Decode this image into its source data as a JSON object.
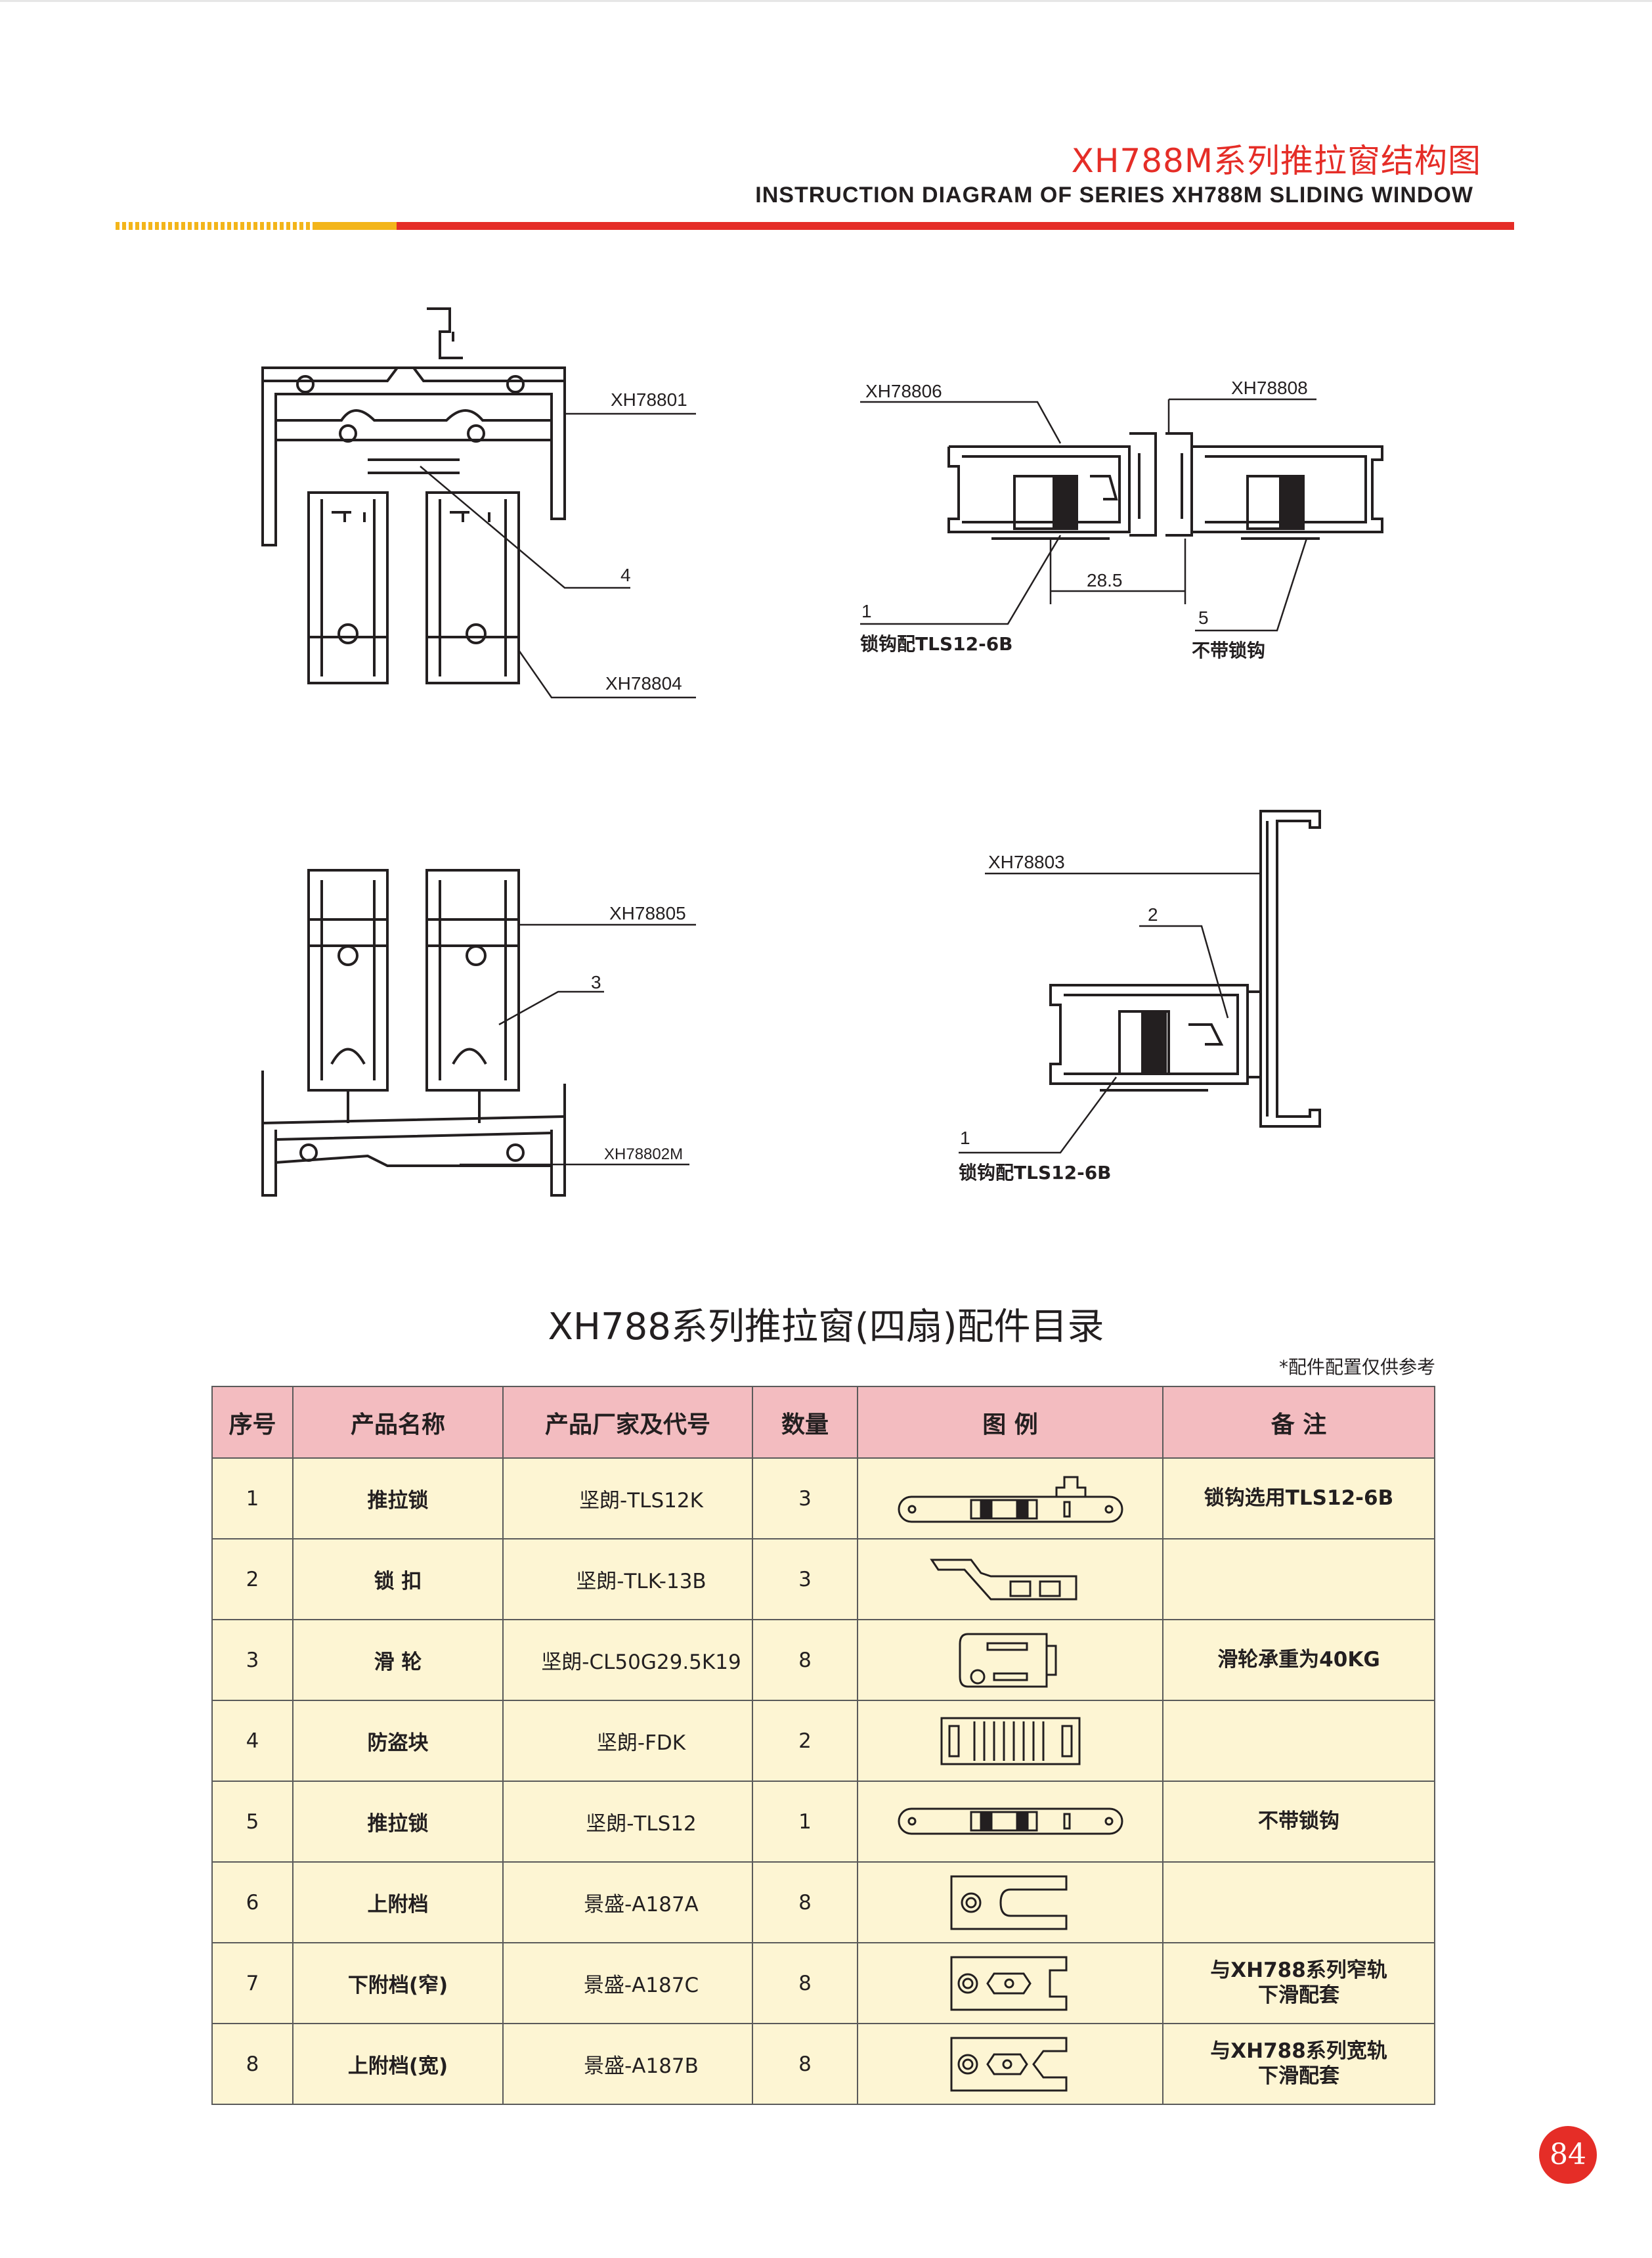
{
  "header": {
    "title_cn": "XH788M系列推拉窗结构图",
    "title_en": "INSTRUCTION DIAGRAM OF SERIES XH788M SLIDING WINDOW"
  },
  "diagrams": {
    "d1": {
      "label_top": "XH78801",
      "label_mid": "4",
      "label_bottom": "XH78804"
    },
    "d2": {
      "label_left": "XH78806",
      "label_right": "XH78808",
      "dimension": "28.5",
      "callout_left_no": "1",
      "callout_left_text": "锁钩配TLS12-6B",
      "callout_right_no": "5",
      "callout_right_text": "不带锁钩"
    },
    "d3": {
      "label_top": "XH78805",
      "label_mid": "3",
      "label_bottom": "XH78802M"
    },
    "d4": {
      "label_top": "XH78803",
      "label_mid": "2",
      "callout_no": "1",
      "callout_text": "锁钩配TLS12-6B"
    }
  },
  "catalog": {
    "title": "XH788系列推拉窗(四扇)配件目录",
    "note": "*配件配置仅供参考",
    "headers": [
      "序号",
      "产品名称",
      "产品厂家及代号",
      "数量",
      "图  例",
      "备  注"
    ],
    "rows": [
      {
        "seq": "1",
        "name": "推拉锁",
        "vendor": "坚朗-TLS12K",
        "qty": "3",
        "icon": "sliding-lock-with-hook-icon",
        "remark": "锁钩选用TLS12-6B"
      },
      {
        "seq": "2",
        "name": "锁  扣",
        "vendor": "坚朗-TLK-13B",
        "qty": "3",
        "icon": "lock-keeper-icon",
        "remark": ""
      },
      {
        "seq": "3",
        "name": "滑  轮",
        "vendor": "坚朗-CL50G29.5K19",
        "qty": "8",
        "icon": "pulley-roller-icon",
        "remark": "滑轮承重为40KG"
      },
      {
        "seq": "4",
        "name": "防盗块",
        "vendor": "坚朗-FDK",
        "qty": "2",
        "icon": "anti-theft-block-icon",
        "remark": ""
      },
      {
        "seq": "5",
        "name": "推拉锁",
        "vendor": "坚朗-TLS12",
        "qty": "1",
        "icon": "sliding-lock-icon",
        "remark": "不带锁钩"
      },
      {
        "seq": "6",
        "name": "上附档",
        "vendor": "景盛-A187A",
        "qty": "8",
        "icon": "upper-stop-icon",
        "remark": ""
      },
      {
        "seq": "7",
        "name": "下附档(窄)",
        "vendor": "景盛-A187C",
        "qty": "8",
        "icon": "lower-stop-narrow-icon",
        "remark": "与XH788系列窄轨\n下滑配套"
      },
      {
        "seq": "8",
        "name": "上附档(宽)",
        "vendor": "景盛-A187B",
        "qty": "8",
        "icon": "upper-stop-wide-icon",
        "remark": "与XH788系列宽轨\n下滑配套"
      }
    ]
  },
  "page_number": "84",
  "colors": {
    "accent_red": "#e52d27",
    "accent_yellow": "#f3b51a",
    "header_row": "#f3bcc0",
    "body_row": "#fdf5d3"
  }
}
